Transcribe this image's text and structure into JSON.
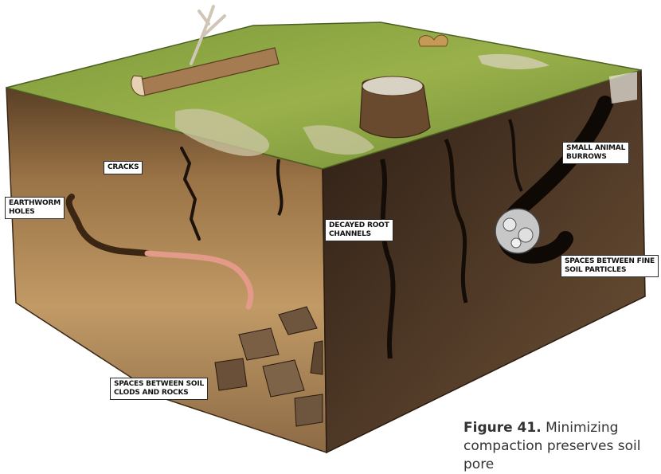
{
  "labels": {
    "cracks": "CRACKS",
    "earthworm_1": "EARTHWORM",
    "earthworm_2": "HOLES",
    "small_animal_1": "SMALL ANIMAL",
    "small_animal_2": "BURROWS",
    "decayed_root_1": "DECAYED ROOT",
    "decayed_root_2": "CHANNELS",
    "fine_particles_1": "SPACES BETWEEN FINE",
    "fine_particles_2": "SOIL PARTICLES",
    "clods_rocks_1": "SPACES BETWEEN SOIL",
    "clods_rocks_2": "CLODS AND ROCKS"
  },
  "caption": {
    "figure_number": "Figure 41.",
    "line1": "Minimizing",
    "line2": "compaction preserves soil pore"
  },
  "colors": {
    "grass": "#8aa23f",
    "soil_front": "#b28a5a",
    "soil_side": "#4a3423",
    "earthworm": "#e39a88"
  }
}
